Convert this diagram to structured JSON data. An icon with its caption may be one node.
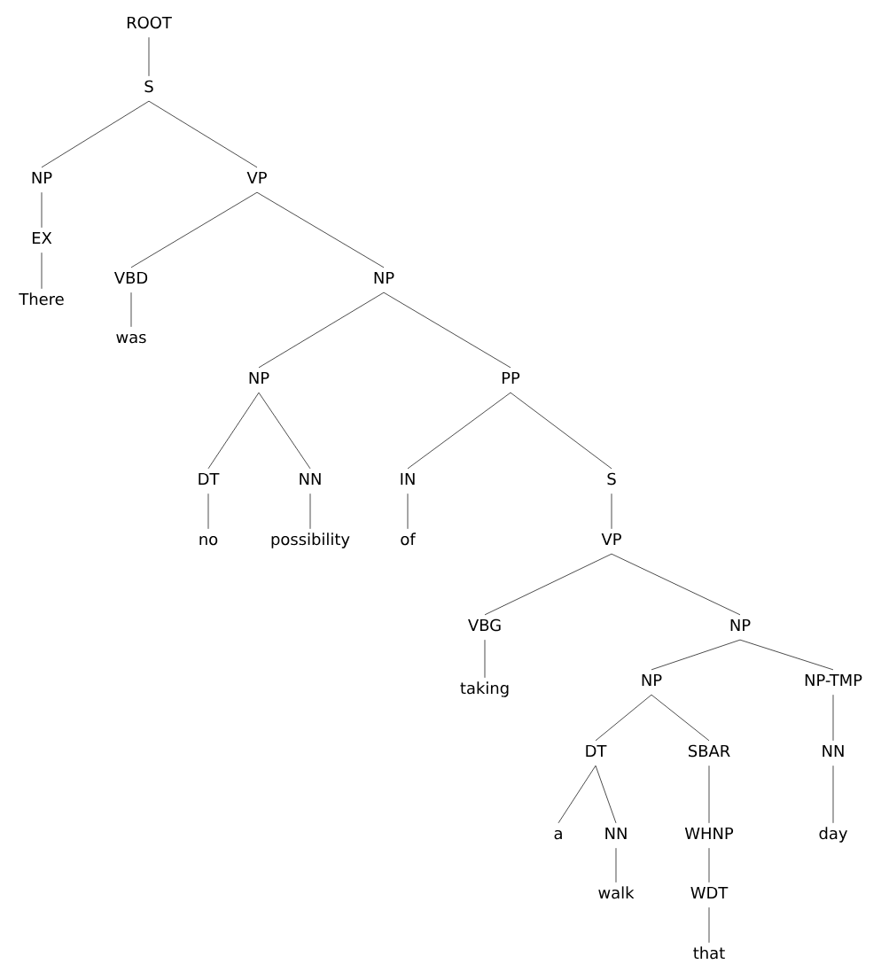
{
  "diagram": {
    "nodes": [
      {
        "text": [
          "ROOT"
        ]
      },
      {
        "text": [
          "S"
        ]
      },
      {
        "text": [
          "NP"
        ]
      },
      {
        "text": [
          "VP"
        ]
      },
      {
        "text": [
          "EX"
        ]
      },
      {
        "text": [
          "There"
        ]
      },
      {
        "text": [
          "VBD"
        ]
      },
      {
        "text": [
          "NP"
        ]
      },
      {
        "text": [
          "was"
        ]
      },
      {
        "text": [
          "NP"
        ]
      },
      {
        "text": [
          "PP"
        ]
      },
      {
        "text": [
          "DT"
        ]
      },
      {
        "text": [
          "NN"
        ]
      },
      {
        "text": [
          "no"
        ]
      },
      {
        "text": [
          "possibility"
        ]
      },
      {
        "text": [
          "IN"
        ]
      },
      {
        "text": [
          "S"
        ]
      },
      {
        "text": [
          "of"
        ]
      },
      {
        "text": [
          "VP"
        ]
      },
      {
        "text": [
          "VBG"
        ]
      },
      {
        "text": [
          "NP"
        ]
      },
      {
        "text": [
          "taking"
        ]
      },
      {
        "text": [
          "NP"
        ]
      },
      {
        "text": [
          "NP-TMP"
        ]
      },
      {
        "text": [
          "DT"
        ]
      },
      {
        "text": [
          "SBAR"
        ]
      },
      {
        "text": [
          "NN"
        ]
      },
      {
        "text": [
          "a"
        ]
      },
      {
        "text": [
          "NN"
        ]
      },
      {
        "text": [
          "WHNP"
        ]
      },
      {
        "text": [
          "day"
        ]
      },
      {
        "text": [
          "walk"
        ]
      },
      {
        "text": [
          "WDT"
        ]
      },
      {
        "text": [
          "that"
        ]
      }
    ],
    "edges": [
      {
        "from": 0,
        "to": 1,
        "arrow": "none"
      },
      {
        "from": 1,
        "to": 2,
        "arrow": "none"
      },
      {
        "from": 1,
        "to": 3,
        "arrow": "none"
      },
      {
        "from": 2,
        "to": 4,
        "arrow": "none"
      },
      {
        "from": 4,
        "to": 5,
        "arrow": "none"
      },
      {
        "from": 3,
        "to": 6,
        "arrow": "none"
      },
      {
        "from": 3,
        "to": 7,
        "arrow": "none"
      },
      {
        "from": 6,
        "to": 8,
        "arrow": "none"
      },
      {
        "from": 7,
        "to": 9,
        "arrow": "none"
      },
      {
        "from": 7,
        "to": 10,
        "arrow": "none"
      },
      {
        "from": 9,
        "to": 11,
        "arrow": "none"
      },
      {
        "from": 9,
        "to": 12,
        "arrow": "none"
      },
      {
        "from": 11,
        "to": 13,
        "arrow": "none"
      },
      {
        "from": 12,
        "to": 14,
        "arrow": "none"
      },
      {
        "from": 10,
        "to": 15,
        "arrow": "none"
      },
      {
        "from": 10,
        "to": 16,
        "arrow": "none"
      },
      {
        "from": 15,
        "to": 17,
        "arrow": "none"
      },
      {
        "from": 16,
        "to": 18,
        "arrow": "none"
      },
      {
        "from": 18,
        "to": 19,
        "arrow": "none"
      },
      {
        "from": 18,
        "to": 20,
        "arrow": "none"
      },
      {
        "from": 19,
        "to": 21,
        "arrow": "none"
      },
      {
        "from": 20,
        "to": 22,
        "arrow": "none"
      },
      {
        "from": 20,
        "to": 23,
        "arrow": "none"
      },
      {
        "from": 22,
        "to": 24,
        "arrow": "none"
      },
      {
        "from": 22,
        "to": 25,
        "arrow": "none"
      },
      {
        "from": 23,
        "to": 26,
        "arrow": "none"
      },
      {
        "from": 24,
        "to": 27,
        "arrow": "none"
      },
      {
        "from": 24,
        "to": 28,
        "arrow": "none"
      },
      {
        "from": 25,
        "to": 29,
        "arrow": "none"
      },
      {
        "from": 26,
        "to": 30,
        "arrow": "none"
      },
      {
        "from": 28,
        "to": 31,
        "arrow": "none"
      },
      {
        "from": 29,
        "to": 32,
        "arrow": "none"
      },
      {
        "from": 32,
        "to": 33,
        "arrow": "none"
      }
    ]
  }
}
